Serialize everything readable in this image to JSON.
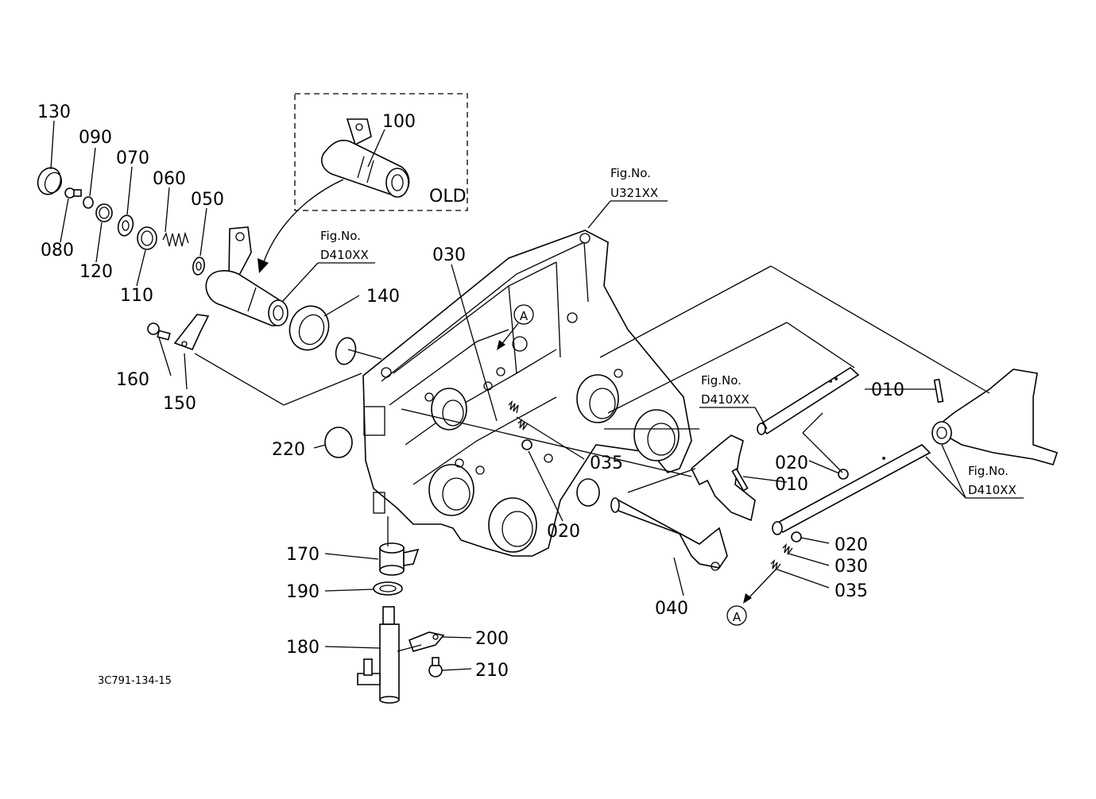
{
  "diagram": {
    "code": "3C791-134-15",
    "callouts": [
      {
        "id": "c130",
        "text": "130"
      },
      {
        "id": "c090",
        "text": "090"
      },
      {
        "id": "c070",
        "text": "070"
      },
      {
        "id": "c060",
        "text": "060"
      },
      {
        "id": "c050",
        "text": "050"
      },
      {
        "id": "c080",
        "text": "080"
      },
      {
        "id": "c120",
        "text": "120"
      },
      {
        "id": "c110",
        "text": "110"
      },
      {
        "id": "c100",
        "text": "100"
      },
      {
        "id": "c140",
        "text": "140"
      },
      {
        "id": "c160",
        "text": "160"
      },
      {
        "id": "c150",
        "text": "150"
      },
      {
        "id": "c030a",
        "text": "030"
      },
      {
        "id": "c220",
        "text": "220"
      },
      {
        "id": "c035a",
        "text": "035"
      },
      {
        "id": "c020a",
        "text": "020"
      },
      {
        "id": "c010a",
        "text": "010"
      },
      {
        "id": "c020b",
        "text": "020"
      },
      {
        "id": "c010b",
        "text": "010"
      },
      {
        "id": "c020c",
        "text": "020"
      },
      {
        "id": "c030b",
        "text": "030"
      },
      {
        "id": "c035b",
        "text": "035"
      },
      {
        "id": "c040",
        "text": "040"
      },
      {
        "id": "c170",
        "text": "170"
      },
      {
        "id": "c190",
        "text": "190"
      },
      {
        "id": "c180",
        "text": "180"
      },
      {
        "id": "c200",
        "text": "200"
      },
      {
        "id": "c210",
        "text": "210"
      }
    ],
    "old_label": "OLD",
    "fig_refs": [
      {
        "id": "fig-u321",
        "line1": "Fig.No.",
        "line2": "U321XX"
      },
      {
        "id": "fig-d410-top",
        "line1": "Fig.No.",
        "line2": "D410XX"
      },
      {
        "id": "fig-d410-mid",
        "line1": "Fig.No.",
        "line2": "D410XX"
      },
      {
        "id": "fig-d410-right",
        "line1": "Fig.No.",
        "line2": "D410XX"
      }
    ],
    "markers": [
      "A",
      "A"
    ]
  }
}
